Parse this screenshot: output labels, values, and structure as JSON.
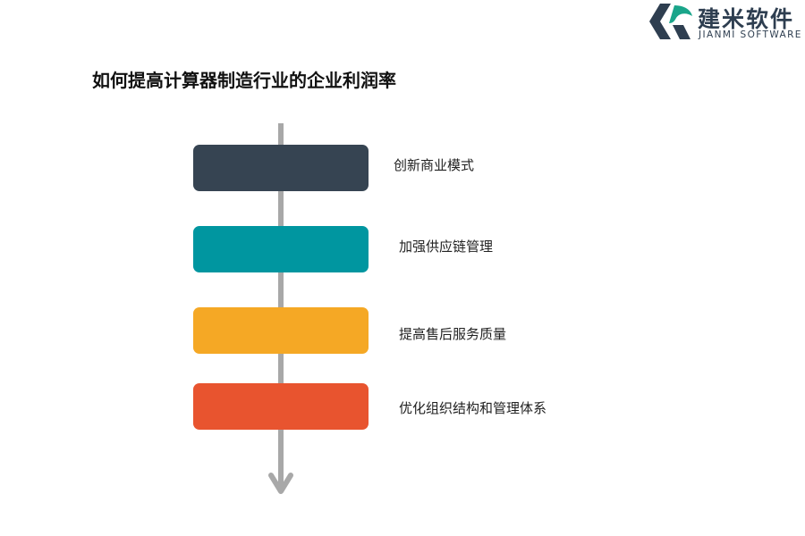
{
  "logo": {
    "name_cn": "建米软件",
    "name_en": "JIANMI SOFTWARE",
    "colors": {
      "dark": "#2e3e50",
      "accent": "#1aa58a"
    }
  },
  "title": "如何提高计算器制造行业的企业利润率",
  "flow": {
    "axis_color": "#a8a8a8",
    "steps": [
      {
        "label": "创新商业模式",
        "color": "#364452"
      },
      {
        "label": "加强供应链管理",
        "color": "#0096a0"
      },
      {
        "label": "提高售后服务质量",
        "color": "#f5a825"
      },
      {
        "label": "优化组织结构和管理体系",
        "color": "#e8542f"
      }
    ]
  }
}
